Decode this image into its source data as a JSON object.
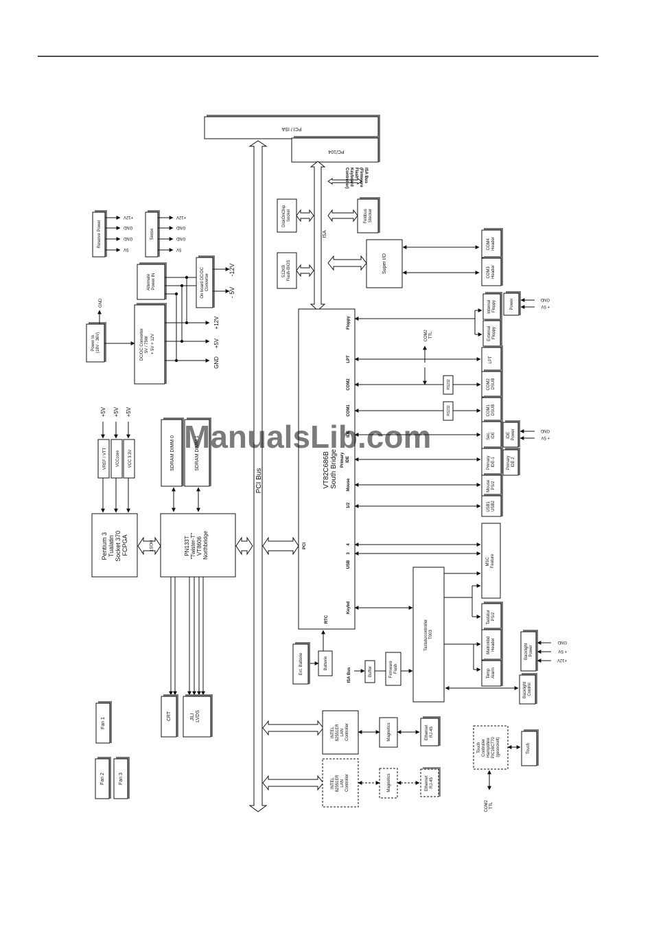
{
  "watermark": "ManualsLib.com",
  "buses": {
    "pci_isa": "PCI / ISA",
    "pc104": "PC/104",
    "isa": "ISA",
    "pci_bus": "PCI Bus",
    "isa_bus_firmware": [
      "ISA Bus",
      "(Firmware",
      "Flash",
      "Keyboard",
      "Controller)"
    ],
    "isa_bus_short": "ISA Bus",
    "host": "HOST"
  },
  "blocks": {
    "reserve_power": "Reserve Power",
    "sense": "Sense",
    "alternate_power": [
      "Alternate",
      "Power IN"
    ],
    "onboard_dcdc": [
      "On board DC/DC",
      "Converter"
    ],
    "power_in": [
      "Power In",
      "(18V - 36V)"
    ],
    "dcdc_converter": [
      "DC/DC Converter",
      "5V / 75W",
      "+ 5V      + 12V"
    ],
    "cpu": [
      "Pentium 3",
      "Tualatin",
      "Socket 370",
      "FCPGA"
    ],
    "vref": "VREF / VTT",
    "vcccore": "VCCcore",
    "vcc33": "VCC 3.3V",
    "sdram0": "SDRAM DIMM 0",
    "sdram1": "SDRAM DIMM 1",
    "northbridge": [
      "PN133T",
      "\"Twister-T\"",
      "VT8606",
      "Northbridge"
    ],
    "southbridge": [
      "VT82C686B",
      "South Bridge"
    ],
    "disk_on_chip": [
      "DiskOnChip",
      "Sockel"
    ],
    "flash_bios": [
      "512KB",
      "Flash-BIOS"
    ],
    "feldbus": [
      "Feldbus",
      "Stecker"
    ],
    "super_io": "Super I/O",
    "com4": [
      "COM4",
      "Header"
    ],
    "com3": [
      "COM3",
      "Header"
    ],
    "internal_floppy": [
      "Internal",
      "Floppy"
    ],
    "external_floppy": [
      "External",
      "Floppy"
    ],
    "power_floppy": "Power",
    "lpt": "LPT",
    "com2_dsub": [
      "COM2",
      "DSUB"
    ],
    "com1_dsub": [
      "COM1",
      "DSUB"
    ],
    "rs232": "RS232",
    "sec_ide": [
      "Sec.",
      "IDE"
    ],
    "ide_power": [
      "IDE",
      "Power"
    ],
    "primary_ide1": [
      "Primary",
      "IDE-1"
    ],
    "primary_ide2": [
      "Primary",
      "IDE 2"
    ],
    "mouse_ps2": [
      "Mouse",
      "PS/2"
    ],
    "usb12": [
      "USB1",
      "USB2"
    ],
    "msc_feature": [
      "MSC",
      "Feature"
    ],
    "tastatur": [
      "Tastatur",
      "PS/2"
    ],
    "matrixkbd": [
      "Matrixkbd",
      "Header"
    ],
    "temp_alarm": [
      "Temp",
      "Alarm"
    ],
    "tastaturcontroller": [
      "Tastaturcontroller",
      "T003"
    ],
    "backlight_power": [
      "Backlight",
      "Power"
    ],
    "backlight_control": [
      "Backlight",
      "Control"
    ],
    "ext_batterie": "Ext. Batterie",
    "batterie": "Batterie",
    "buffer": "Buffer",
    "firmware_flash": [
      "Firmware",
      "Flash"
    ],
    "crt": "CRT",
    "lvds": [
      "JILI",
      "LVDS"
    ],
    "fan1": "Fan 1",
    "fan2": "Fan 2",
    "fan3": "Fan 3",
    "lan1": [
      "INTEL",
      "82551ER",
      "LAN",
      "Controller"
    ],
    "lan2": [
      "INTEL",
      "82551ER",
      "LAN",
      "Controller"
    ],
    "magnetics": "Magnetics",
    "ethernet": [
      "Ethernet",
      "RJ-45"
    ],
    "touch_ctrl": [
      "Touch",
      "Controller",
      "Hampshire",
      "PIC16C770",
      "(gesockelt)"
    ],
    "touch": "Touch"
  },
  "pins": {
    "sb_floppy": "Floppy",
    "sb_lpt": "LPT",
    "sb_com2": "COM2",
    "sb_com1": "COM1",
    "sb_ide": "IDE",
    "sb_primary_ide": [
      "Primary",
      "IDE"
    ],
    "sb_mouse": "Mouse",
    "sb_usb12": "1/2",
    "sb_pci": "PCI",
    "sb_usb": "USB",
    "sb_usb3": "3",
    "sb_usb4": "4",
    "sb_keybd": "Keybd",
    "sb_rtc": "RTC"
  },
  "signals": {
    "p12v": "+12V",
    "p5v": "+5V",
    "gnd": "GND",
    "v5": "5V",
    "plus5v": "+ 5V",
    "plus12v": "+ 12V",
    "m5v": "- 5V",
    "m12v": "-12V",
    "com2_ttl": [
      "COM2",
      "TTL"
    ]
  }
}
